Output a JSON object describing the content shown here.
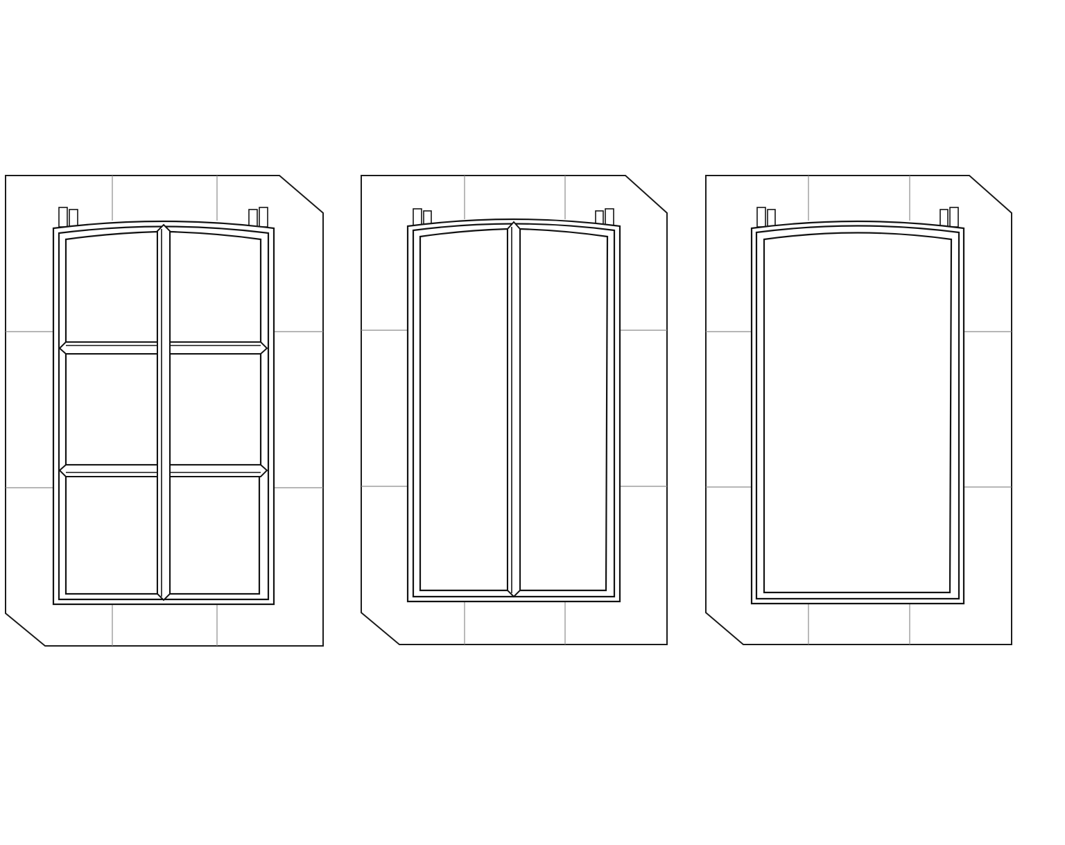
{
  "drawing": {
    "panels": [
      {
        "variant": "six-lite",
        "columns": 2,
        "rows": 3
      },
      {
        "variant": "two-lite",
        "columns": 2,
        "rows": 1
      },
      {
        "variant": "single-lite",
        "columns": 1,
        "rows": 1
      }
    ],
    "colors": {
      "line": "#111111",
      "grid": "#8a8a8a",
      "background": "#ffffff"
    }
  }
}
